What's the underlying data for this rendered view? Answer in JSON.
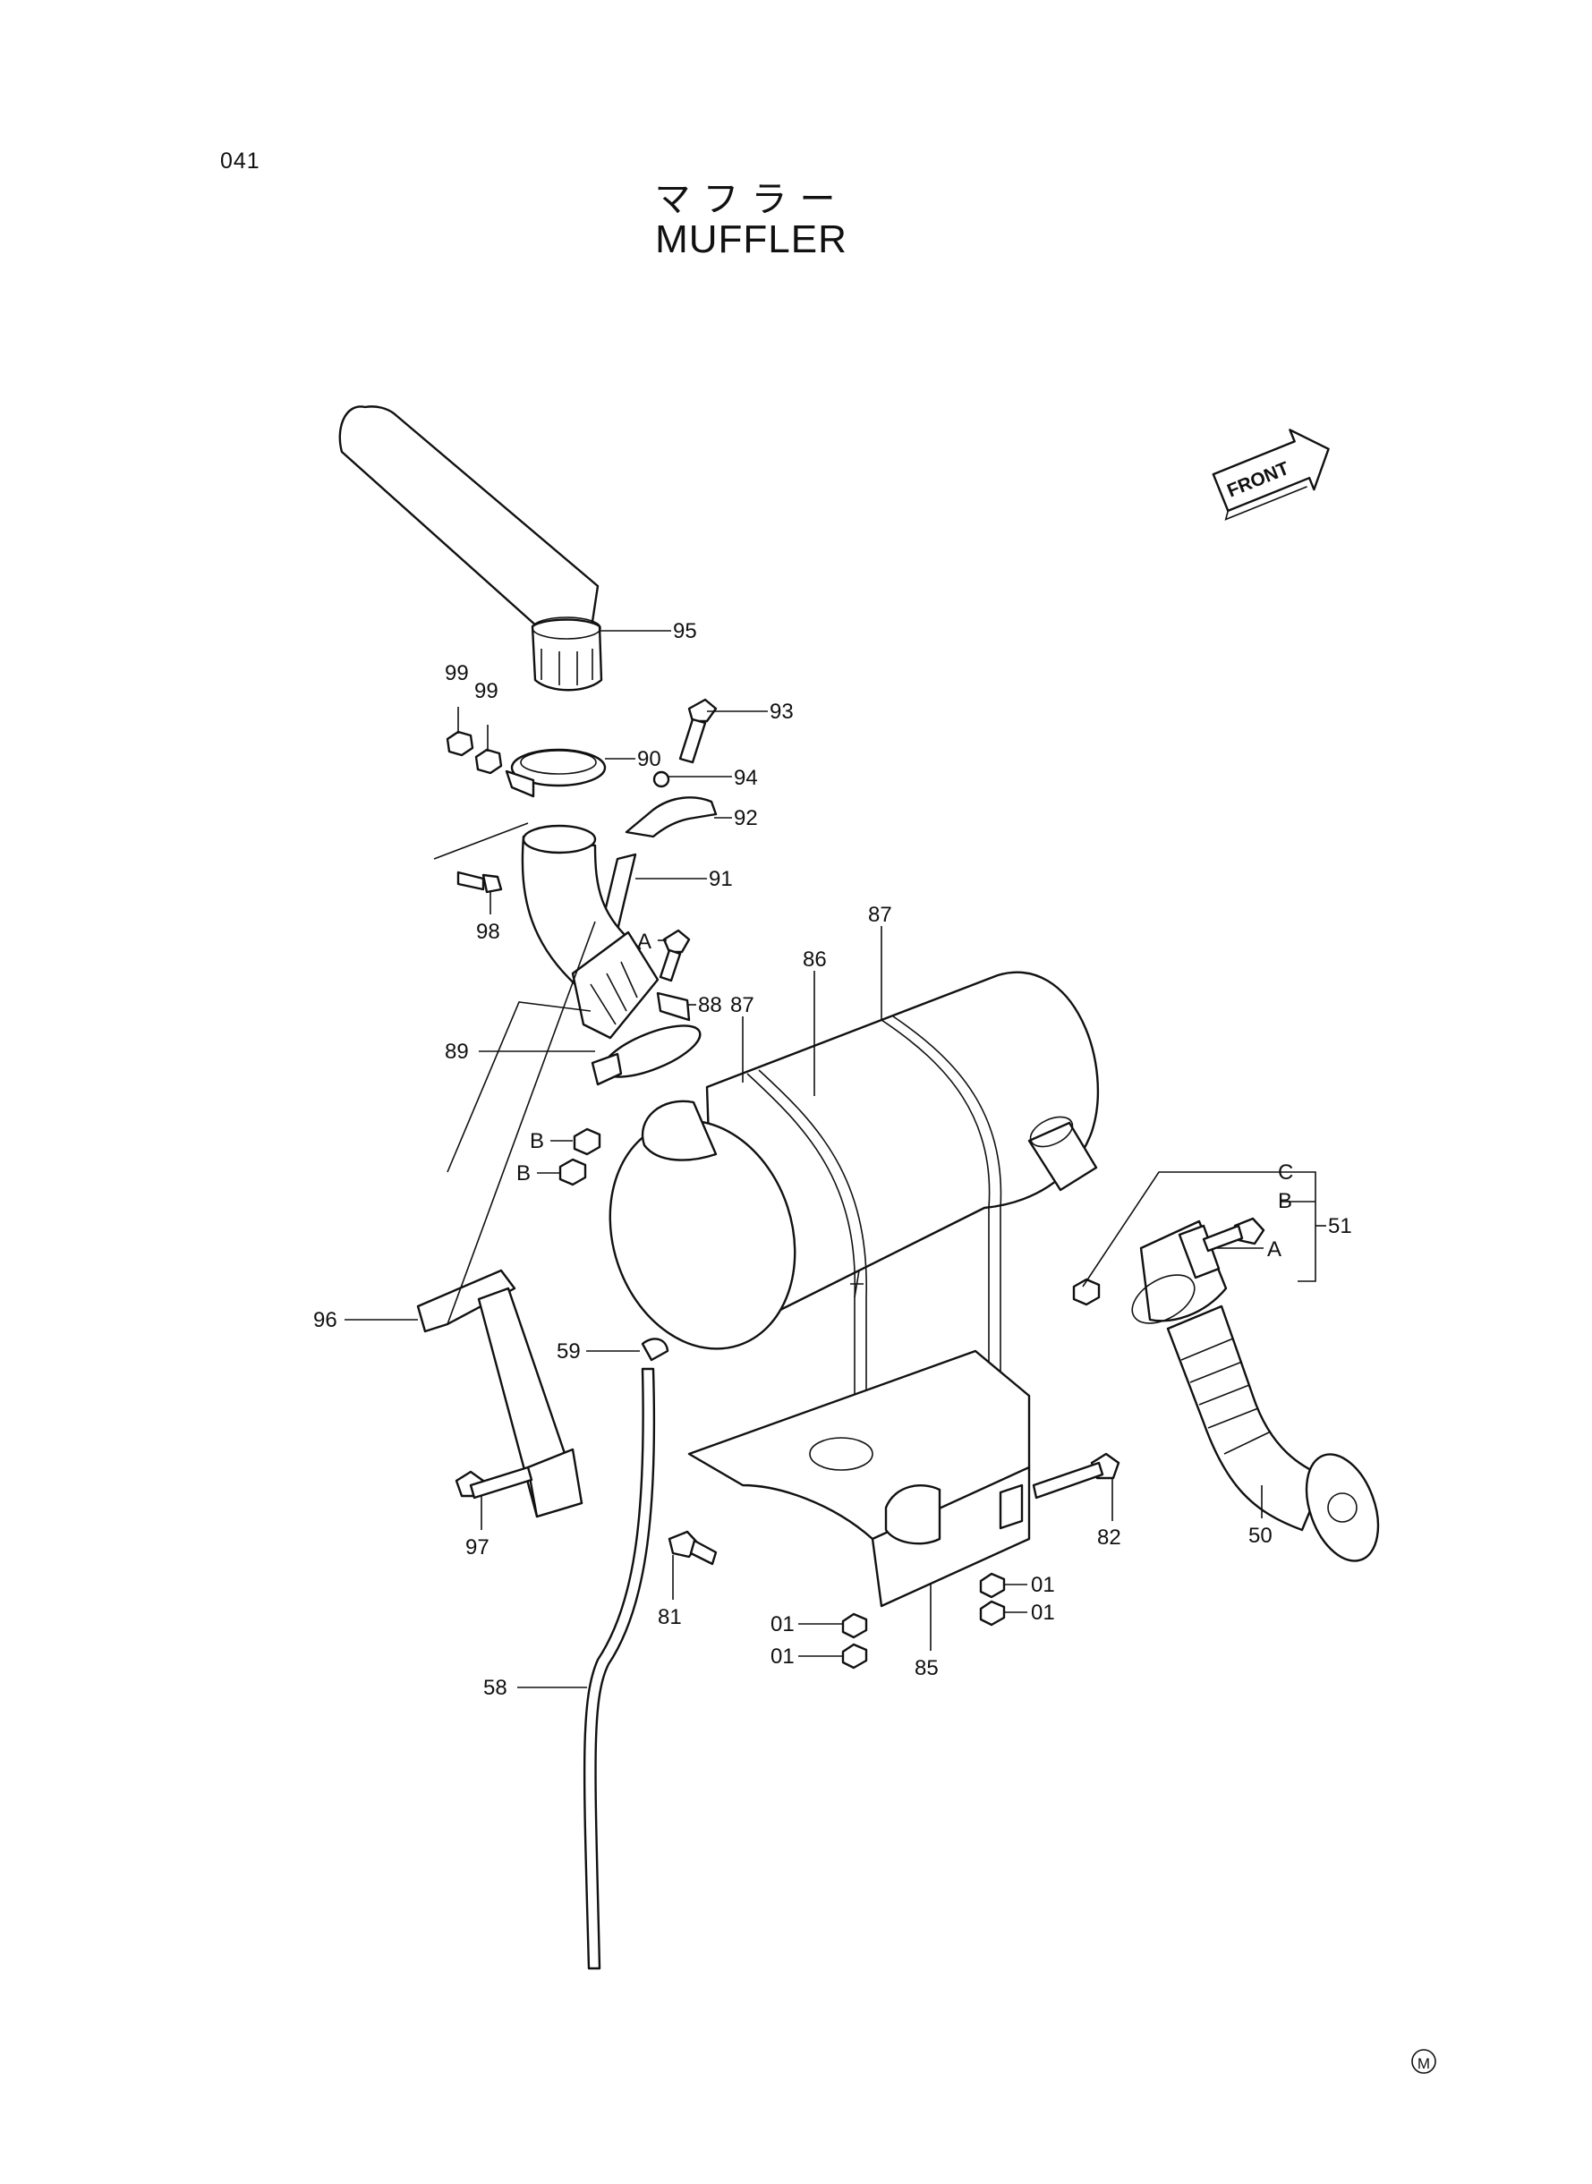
{
  "page": {
    "code": "041"
  },
  "title": {
    "japanese": "マフラー",
    "english": "MUFFLER"
  },
  "front_label": "FRONT",
  "mark": "M",
  "callouts": [
    "95",
    "99",
    "99",
    "90",
    "93",
    "94",
    "92",
    "91",
    "98",
    "A",
    "88",
    "87",
    "86",
    "87",
    "89",
    "B",
    "B",
    "C",
    "B",
    "A",
    "51",
    "96",
    "59",
    "97",
    "81",
    "58",
    "01",
    "01",
    "85",
    "01",
    "01",
    "82",
    "50"
  ]
}
